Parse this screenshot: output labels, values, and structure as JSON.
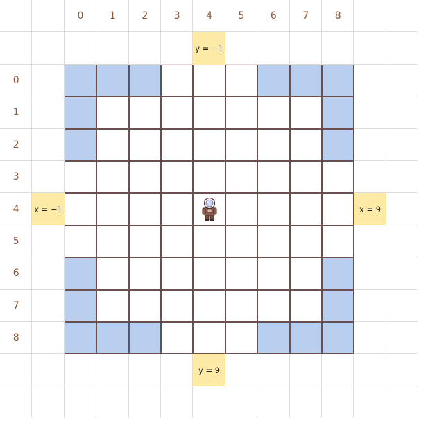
{
  "columns": [
    "0",
    "1",
    "2",
    "3",
    "4",
    "5",
    "6",
    "7",
    "8"
  ],
  "rows": [
    "0",
    "1",
    "2",
    "3",
    "4",
    "5",
    "6",
    "7",
    "8"
  ],
  "board": {
    "size": 9,
    "blue_cells": [
      [
        0,
        0
      ],
      [
        1,
        0
      ],
      [
        2,
        0
      ],
      [
        6,
        0
      ],
      [
        7,
        0
      ],
      [
        8,
        0
      ],
      [
        0,
        1
      ],
      [
        8,
        1
      ],
      [
        0,
        2
      ],
      [
        8,
        2
      ],
      [
        0,
        6
      ],
      [
        8,
        6
      ],
      [
        0,
        7
      ],
      [
        8,
        7
      ],
      [
        0,
        8
      ],
      [
        1,
        8
      ],
      [
        2,
        8
      ],
      [
        6,
        8
      ],
      [
        7,
        8
      ],
      [
        8,
        8
      ]
    ]
  },
  "boundaries": {
    "top": {
      "label": "y = −1",
      "col": 4
    },
    "bottom": {
      "label": "y = 9",
      "col": 4
    },
    "left": {
      "label": "x = −1",
      "row": 4
    },
    "right": {
      "label": "x = 9",
      "row": 4
    }
  },
  "player": {
    "col": 4,
    "row": 4,
    "icon": "astronaut-icon"
  },
  "colors": {
    "cell_blue": "#b8cff0",
    "boundary": "#fdeaa6",
    "label": "#8b5a3c",
    "grid_line": "#dcdcdc",
    "board_line": "#6b4f4f"
  }
}
